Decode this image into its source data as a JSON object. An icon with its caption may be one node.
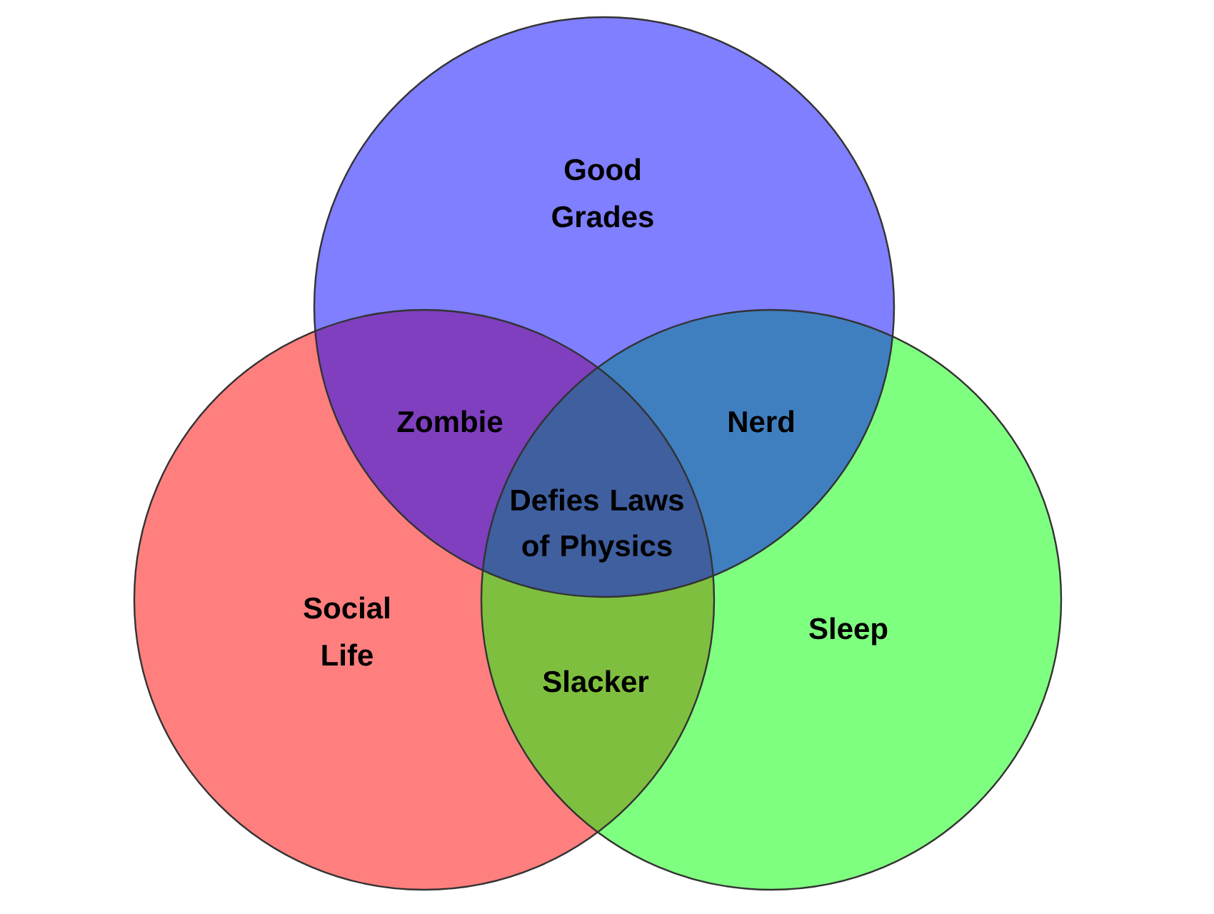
{
  "diagram": {
    "nodes": [
      {
        "text": [
          "Good Grades"
        ]
      },
      {
        "text": [
          "Social Life"
        ]
      },
      {
        "text": [
          "Sleep"
        ]
      }
    ],
    "labels": [
      "Zombie",
      "Nerd",
      "Defies Laws of Physics",
      "Slacker"
    ]
  }
}
